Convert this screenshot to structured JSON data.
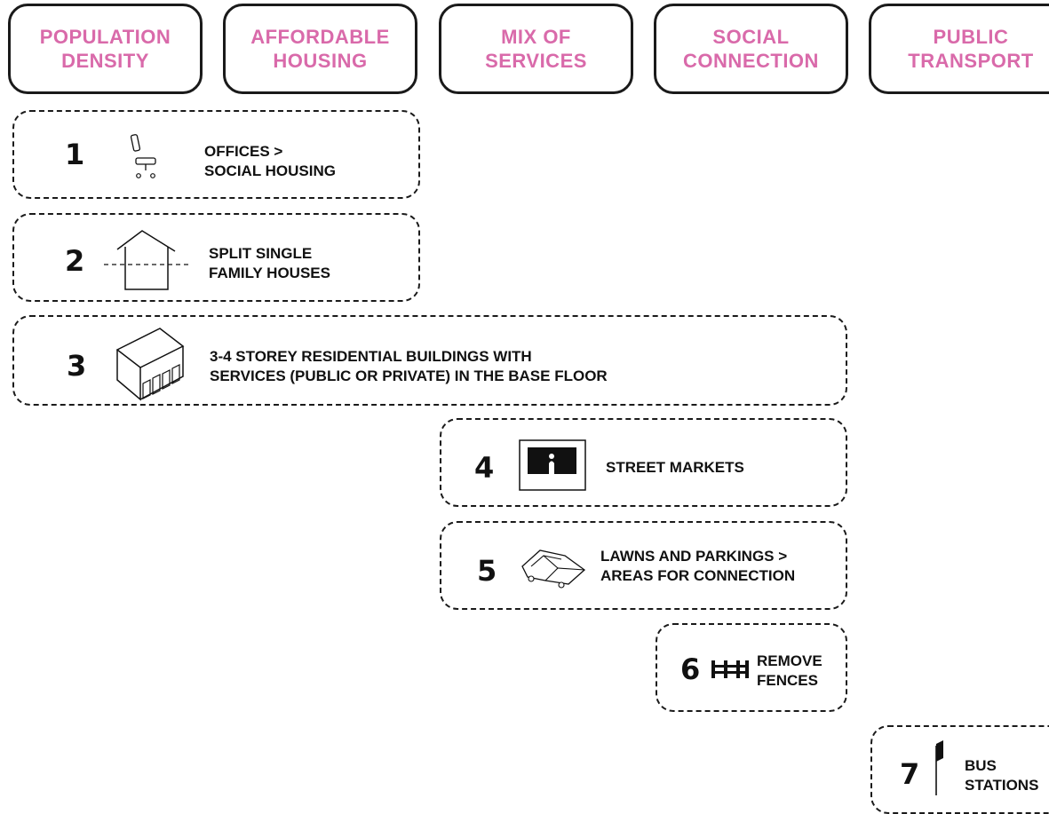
{
  "colors": {
    "accent": "#d96aaa",
    "ink": "#111111"
  },
  "headers": [
    {
      "label": "POPULATION\nDENSITY"
    },
    {
      "label": "AFFORDABLE\nHOUSING"
    },
    {
      "label": "MIX OF\nSERVICES"
    },
    {
      "label": "SOCIAL\nCONNECTION"
    },
    {
      "label": "PUBLIC\nTRANSPORT"
    }
  ],
  "strategies": [
    {
      "number": "1",
      "icon": "office-chair-icon",
      "label": "OFFICES >\nSOCIAL HOUSING"
    },
    {
      "number": "2",
      "icon": "split-house-icon",
      "label": "SPLIT SINGLE\nFAMILY HOUSES"
    },
    {
      "number": "3",
      "icon": "mixed-use-building-icon",
      "label": "3-4 STOREY RESIDENTIAL BUILDINGS WITH\nSERVICES (PUBLIC OR PRIVATE) IN THE BASE FLOOR"
    },
    {
      "number": "4",
      "icon": "market-stall-icon",
      "label": "STREET MARKETS"
    },
    {
      "number": "5",
      "icon": "car-icon",
      "label": "LAWNS AND PARKINGS >\nAREAS FOR CONNECTION"
    },
    {
      "number": "6",
      "icon": "fence-icon",
      "label": "REMOVE\nFENCES"
    },
    {
      "number": "7",
      "icon": "bus-stop-sign-icon",
      "label": "BUS\nSTATIONS"
    }
  ]
}
